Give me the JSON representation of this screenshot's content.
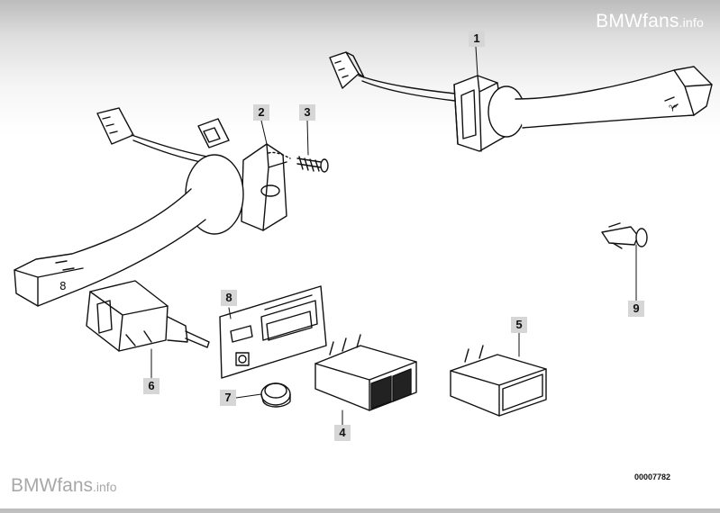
{
  "watermark": {
    "brand": "BMWfans",
    "suffix": ".info"
  },
  "diagram_number": "00007782",
  "callouts": {
    "c1": "1",
    "c2": "2",
    "c3": "3",
    "c4": "4",
    "c5": "5",
    "c6": "6",
    "c7": "7",
    "c8": "8",
    "c9": "9"
  },
  "colors": {
    "line": "#111111",
    "callout_bg": "#d6d6d6"
  }
}
